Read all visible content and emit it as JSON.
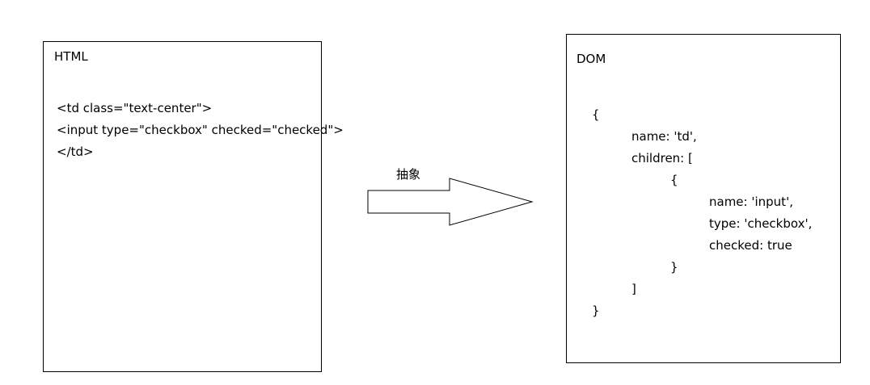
{
  "html_panel": {
    "title": "HTML",
    "lines": [
      "<td class=\"text-center\">",
      "<input type=\"checkbox\" checked=\"checked\">",
      "</td>"
    ]
  },
  "arrow": {
    "label": "抽象"
  },
  "dom_panel": {
    "title": "DOM",
    "lines": [
      "{",
      "name: 'td',",
      "children: [",
      "{",
      "name: 'input',",
      "type: 'checkbox',",
      "checked: true",
      "}",
      "]",
      "}"
    ]
  }
}
